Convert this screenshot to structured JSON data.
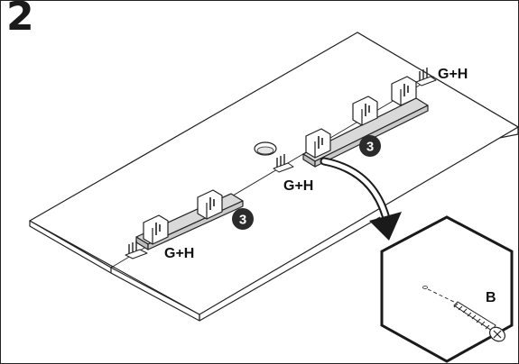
{
  "step": {
    "number": "2"
  },
  "labels": {
    "gh_right": "G+H",
    "gh_middle": "G+H",
    "gh_left": "G+H"
  },
  "badges": {
    "rail_right": "3",
    "rail_left": "3"
  },
  "detail": {
    "part_label": "B"
  },
  "colors": {
    "line": "#222222",
    "rail_fill": "#d9d9d9",
    "badge": "#2b2b2b",
    "arrow": "#1a1a1a"
  }
}
